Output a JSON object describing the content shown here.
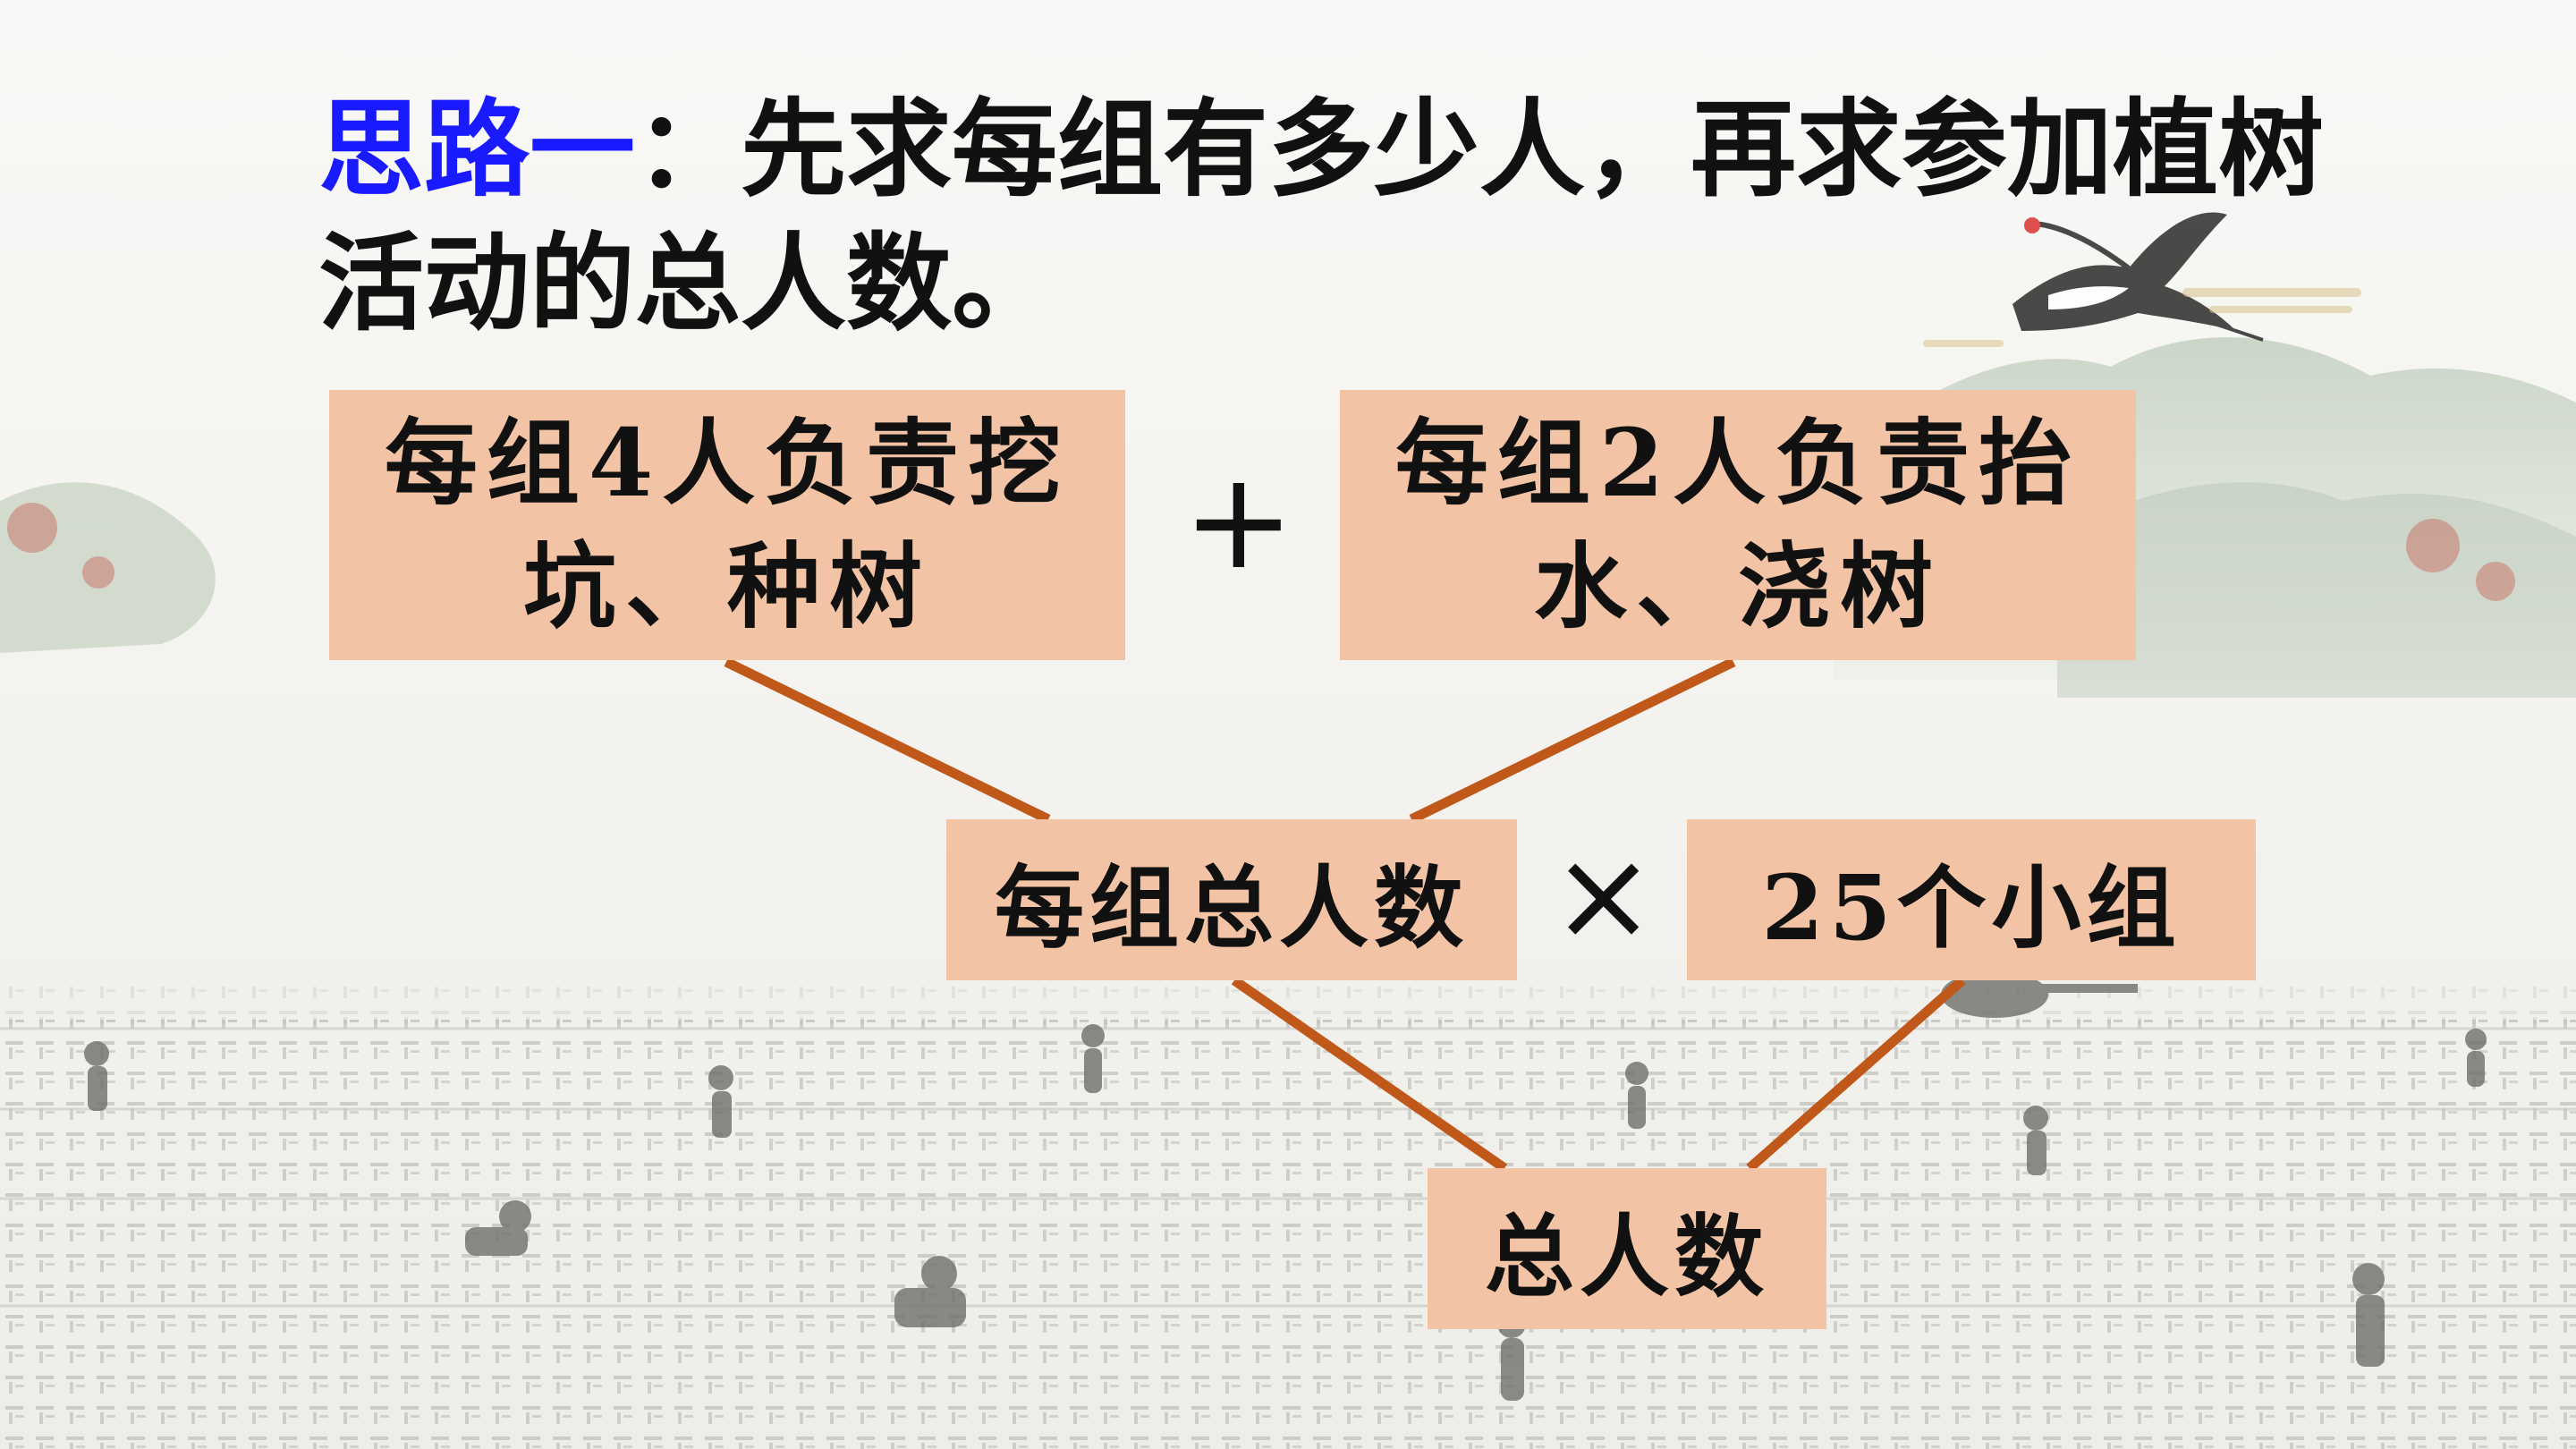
{
  "title": {
    "lead": "思路一",
    "rest": "：先求每组有多少人，再求参加植树活动的总人数。"
  },
  "boxes": {
    "dig_line1": "每组4人负责挖",
    "dig_line2": "坑、种树",
    "water_line1": "每组2人负责抬",
    "water_line2": "水、浇树",
    "per_group_total": "每组总人数",
    "groups": "25个小组",
    "total": "总人数"
  },
  "operators": {
    "plus": "+",
    "times": "×"
  },
  "colors": {
    "box_fill": "#f2c4a5",
    "connector": "#c0581a",
    "title_accent": "#1a1aff",
    "text": "#111111"
  }
}
